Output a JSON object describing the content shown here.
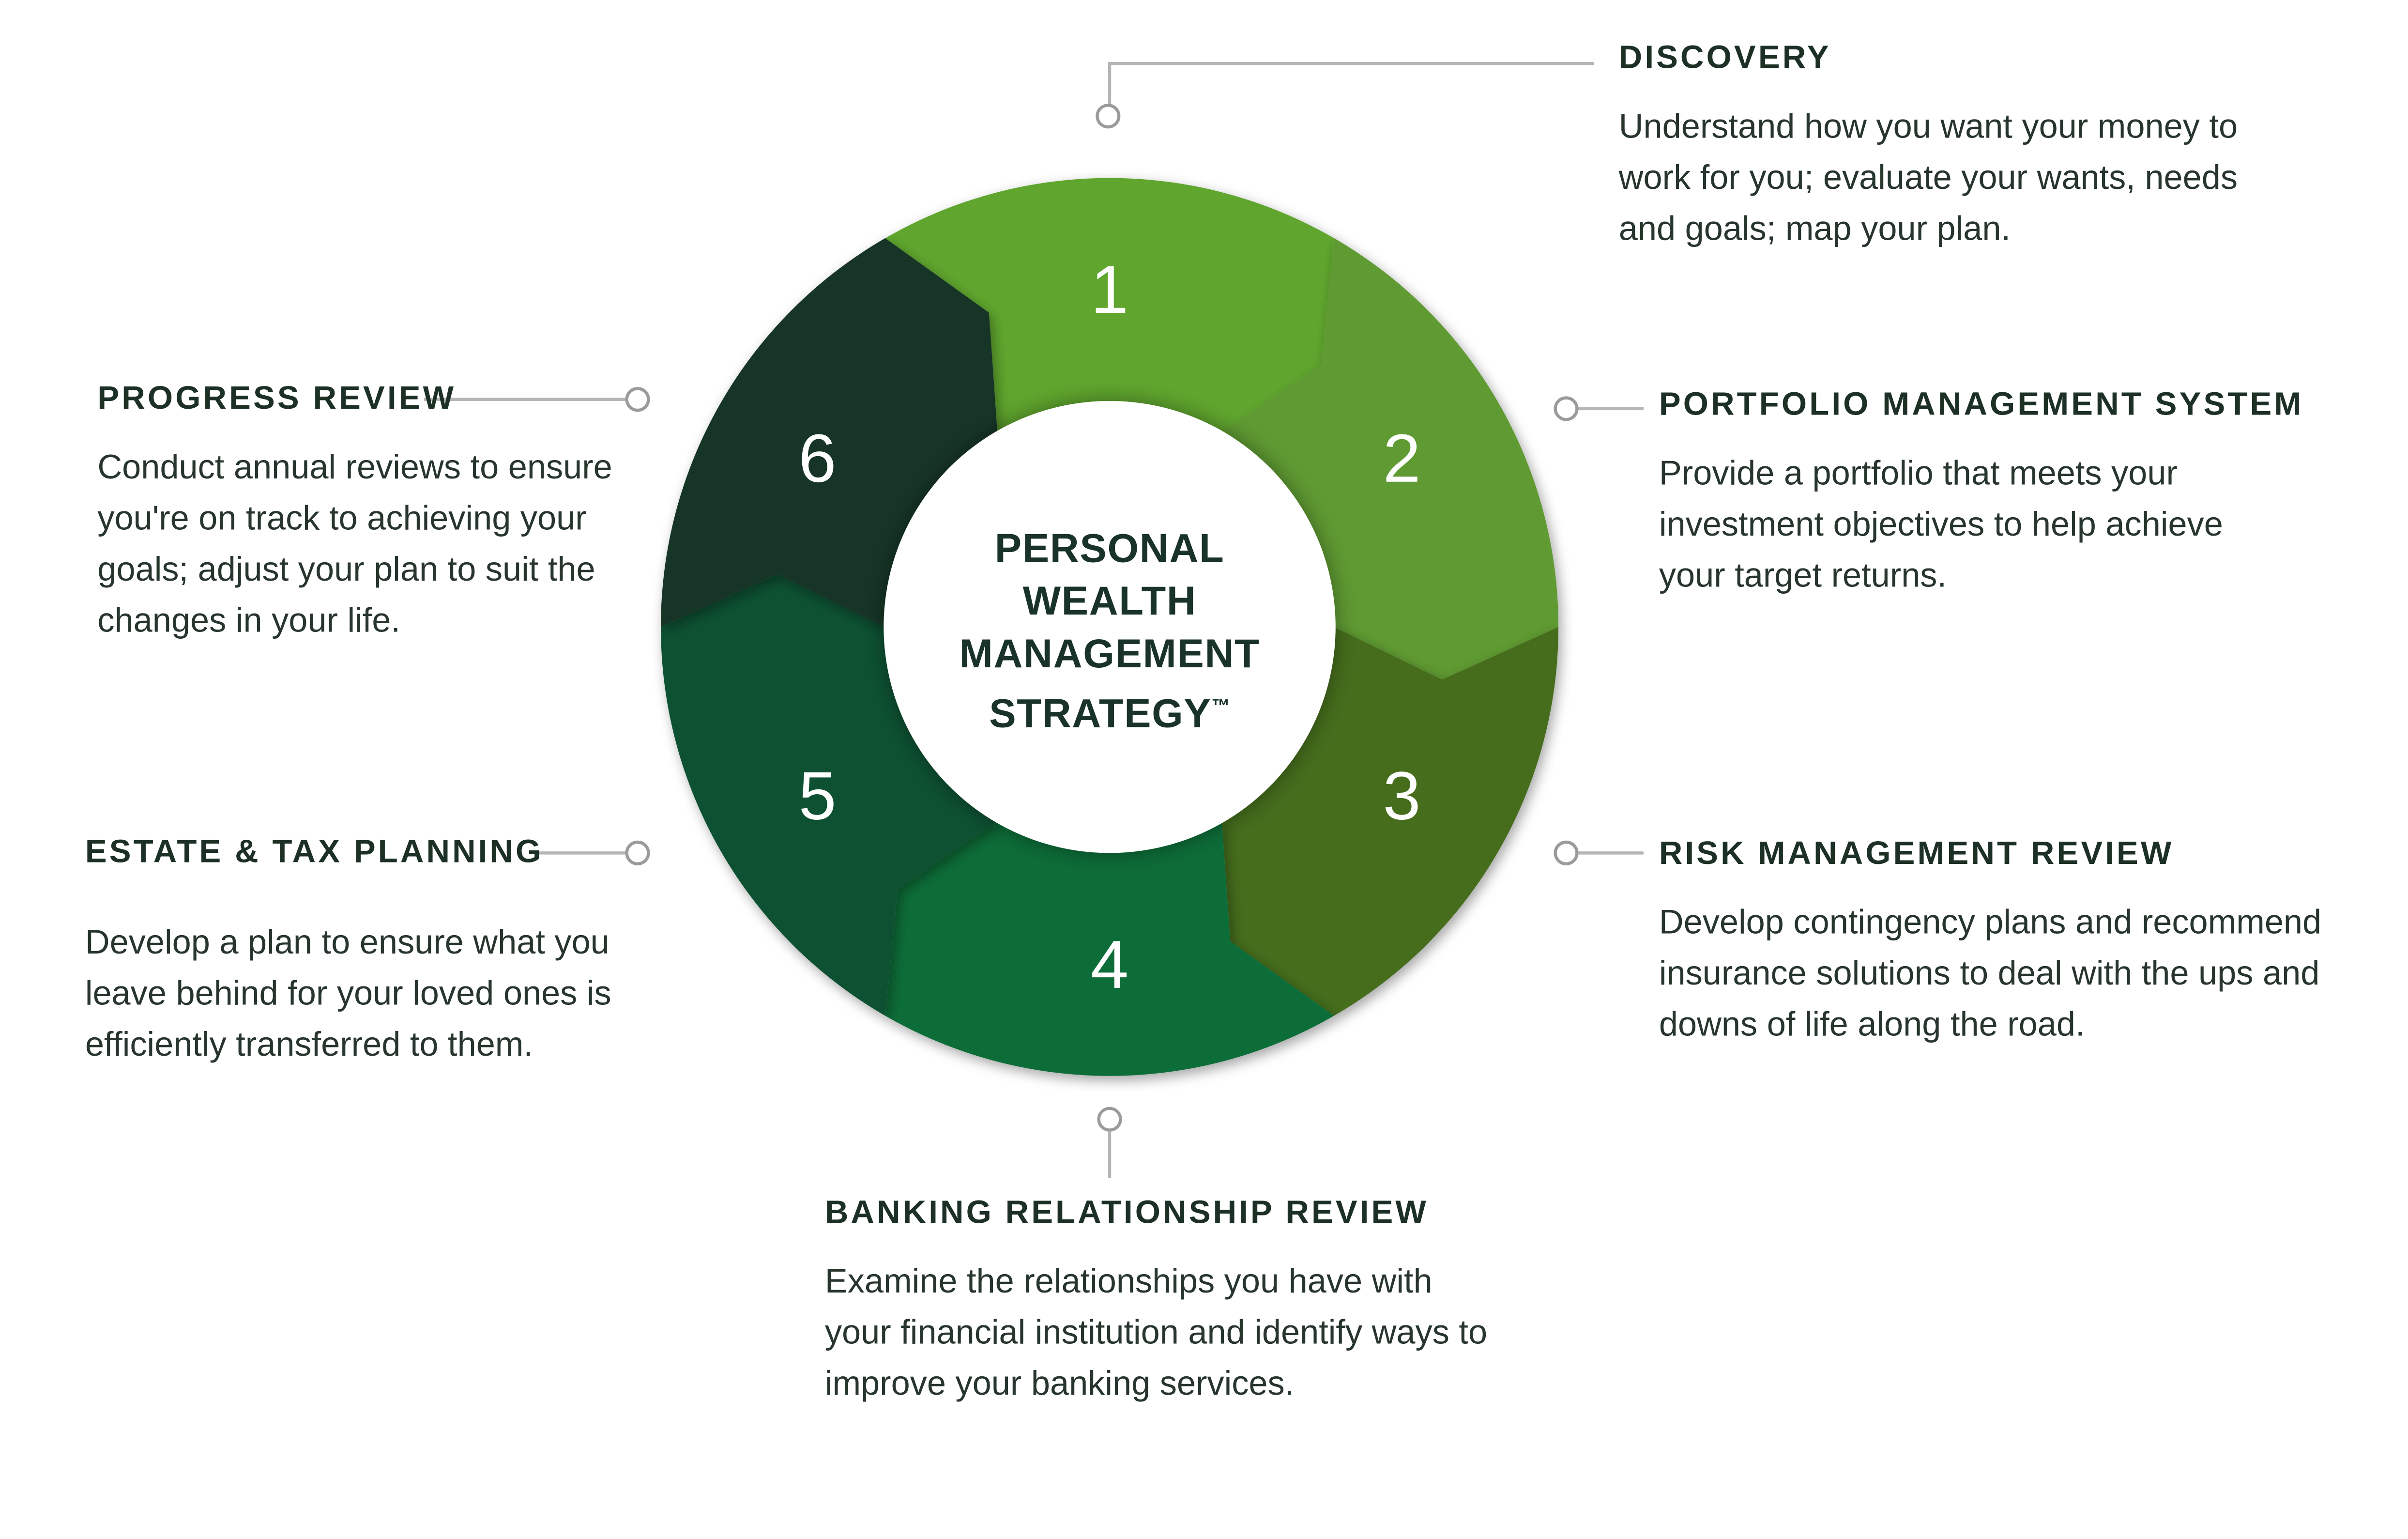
{
  "wheel": {
    "center_lines": [
      "PERSONAL",
      "WEALTH",
      "MANAGEMENT",
      "STRATEGY"
    ],
    "trademark": "™",
    "number_color": "#ffffff",
    "segments": [
      {
        "number": "1",
        "color": "#61a62f"
      },
      {
        "number": "2",
        "color": "#5f9a30"
      },
      {
        "number": "3",
        "color": "#456d1e"
      },
      {
        "number": "4",
        "color": "#0b6d38"
      },
      {
        "number": "5",
        "color": "#0e5132"
      },
      {
        "number": "6",
        "color": "#143427"
      }
    ]
  },
  "callouts": [
    {
      "id": "discovery",
      "title": "DISCOVERY",
      "body": "Understand how you want your money to work for you; evaluate your wants, needs and goals; map your plan."
    },
    {
      "id": "portfolio",
      "title": "PORTFOLIO MANAGEMENT SYSTEM",
      "body": "Provide a portfolio that meets your investment objectives to help achieve your target returns."
    },
    {
      "id": "risk",
      "title": "RISK MANAGEMENT REVIEW",
      "body": "Develop contingency plans and recommend insurance solutions to deal with the ups and downs of life along the road."
    },
    {
      "id": "banking",
      "title": "BANKING RELATIONSHIP REVIEW",
      "body": "Examine the relationships you have with your financial institution and identify ways to improve your banking services."
    },
    {
      "id": "estate",
      "title": "ESTATE & TAX PLANNING",
      "body": "Develop a plan to ensure what you leave behind for your loved ones is efficiently transferred to them."
    },
    {
      "id": "progress",
      "title": "PROGRESS REVIEW",
      "body": "Conduct annual reviews to ensure you're on track to achieving your goals; adjust your plan to suit the changes in your life."
    }
  ],
  "connector_color": "#b5b5b5"
}
